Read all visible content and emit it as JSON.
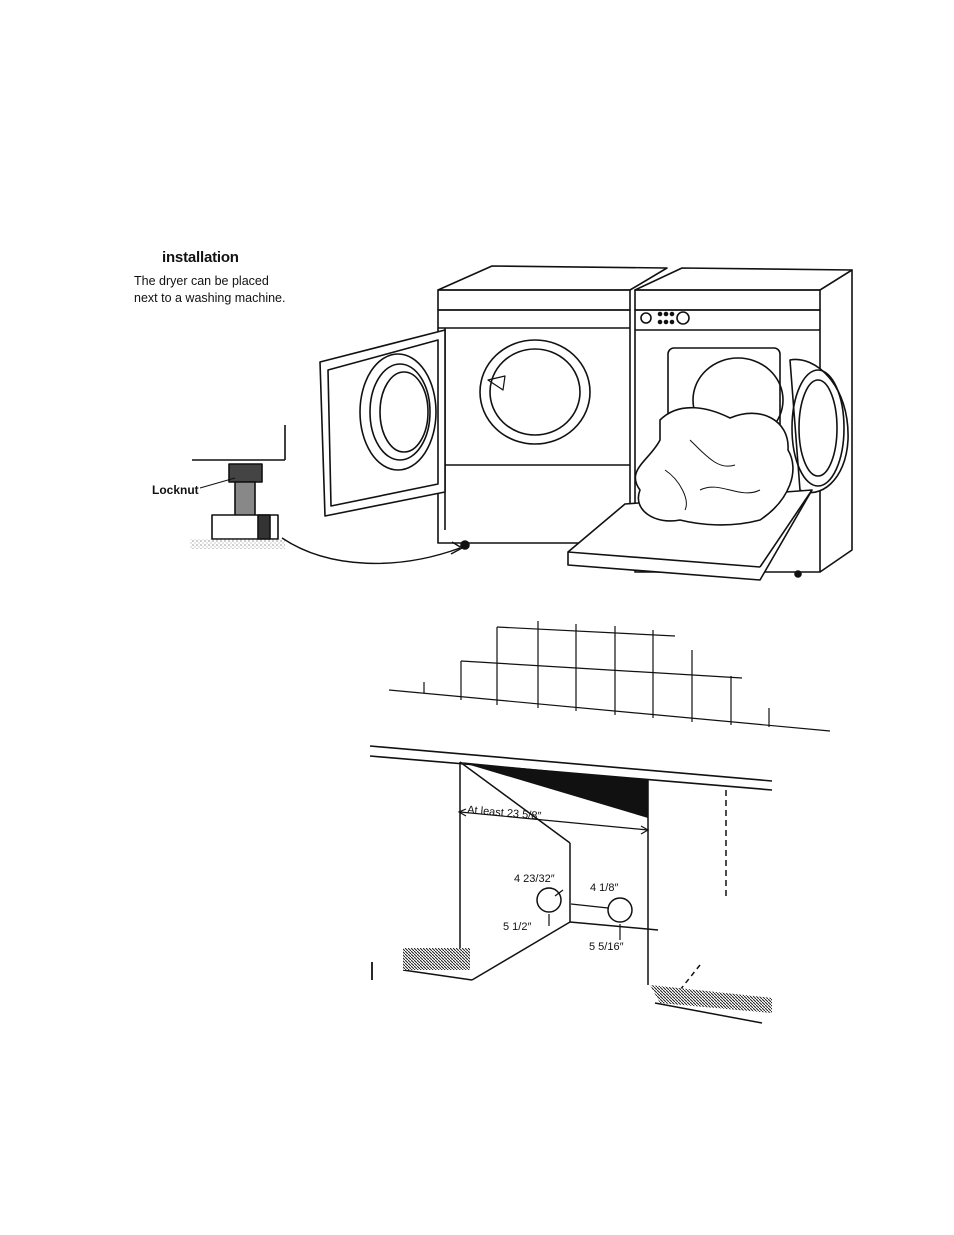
{
  "section": {
    "heading": "installation",
    "intro_line1": "The dryer can be placed",
    "intro_line2": "next to a washing machine."
  },
  "figure1": {
    "locknut_label": "Locknut"
  },
  "figure2": {
    "width_label": "At least 23 5/8″",
    "hole1_side_label": "4 23/32″",
    "hole1_bottom_label": "5 1/2″",
    "hole_gap_label": "4 1/8″",
    "hole2_bottom_label": "5 5/16″"
  }
}
